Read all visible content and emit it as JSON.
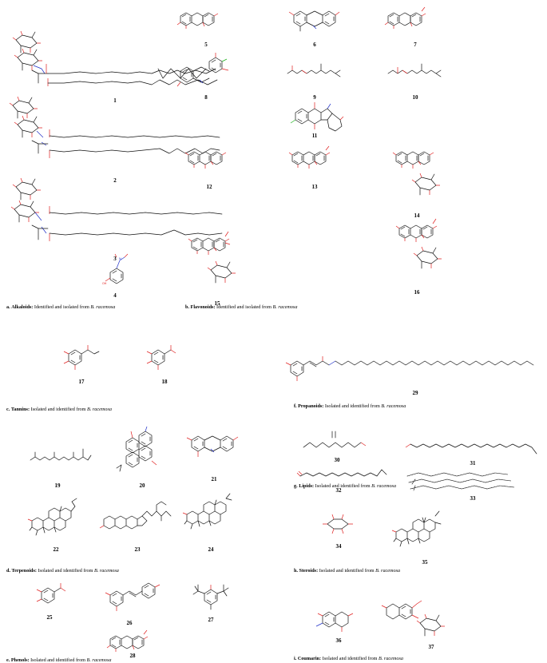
{
  "compounds": {
    "c1": "1",
    "c2": "2",
    "c3": "3",
    "c4": "4",
    "c5": "5",
    "c6": "6",
    "c7": "7",
    "c8": "8",
    "c9": "9",
    "c10": "10",
    "c11": "11",
    "c12": "12",
    "c13": "13",
    "c14": "14",
    "c15": "15",
    "c16": "16",
    "c17": "17",
    "c18": "18",
    "c19": "19",
    "c20": "20",
    "c21": "21",
    "c22": "22",
    "c23": "23",
    "c24": "24",
    "c25": "25",
    "c26": "26",
    "c27": "27",
    "c28": "28",
    "c29": "29",
    "c30": "30",
    "c31": "31",
    "c32": "32",
    "c33": "33",
    "c34": "34",
    "c35": "35",
    "c36": "36",
    "c37": "37"
  },
  "captions": {
    "a": {
      "letter": "a.",
      "cls": "Alkaloids:",
      "text": " Identified and isolated from ",
      "species": "B. racemosa"
    },
    "b": {
      "letter": "b.",
      "cls": "Flavonoids:",
      "text": " Identified and isolated from ",
      "species": "B. racemosa"
    },
    "c": {
      "letter": "c.",
      "cls": "Tannins:",
      "text": " Isolated and identified from ",
      "species": "B. racemosa"
    },
    "d": {
      "letter": "d.",
      "cls": "Terpenoids:",
      "text": " Isolated and identified from ",
      "species": "B. racemosa"
    },
    "e": {
      "letter": "e.",
      "cls": "Phenols:",
      "text": " Isolated and identified from ",
      "species": "B. racemosa"
    },
    "f": {
      "letter": "f.",
      "cls": "Propanoids:",
      "text": " Isolated and identified from ",
      "species": "B. racemosa"
    },
    "g": {
      "letter": "g.",
      "cls": "Lipids:",
      "text": " Isolated and identified from ",
      "species": "B. racemosa"
    },
    "h": {
      "letter": "h.",
      "cls": "Steroids:",
      "text": " Isolated and identified from ",
      "species": "B. racemosa"
    },
    "i": {
      "letter": "i.",
      "cls": "Coumarin:",
      "text": " Isolated and identified from ",
      "species": "B. racemosa"
    }
  },
  "atoms": {
    "oh": "OH",
    "o": "O",
    "n": "N",
    "ch3": "CH3",
    "cl": "Cl"
  }
}
